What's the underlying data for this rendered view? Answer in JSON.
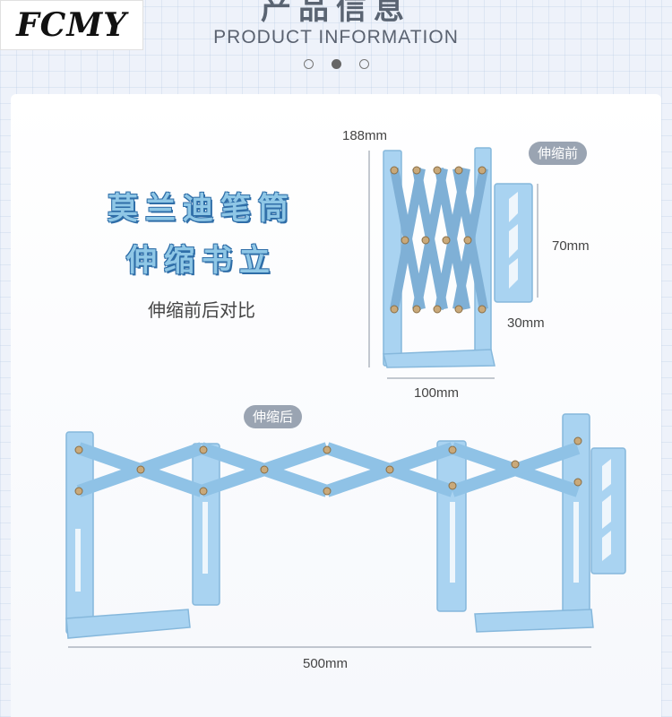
{
  "brand": {
    "logo_text": "FCMY"
  },
  "header": {
    "cn_title": "产品信息",
    "en_title": "PRODUCT INFORMATION",
    "pager": {
      "count": 3,
      "active": 2
    }
  },
  "headline": {
    "line1": "莫兰迪笔筒",
    "line2": "伸缩书立",
    "subline": "伸缩前后对比"
  },
  "before": {
    "tag": "伸缩前",
    "height": "188mm",
    "holder_height": "70mm",
    "depth": "30mm",
    "width": "100mm"
  },
  "after": {
    "tag": "伸缩后",
    "width": "500mm"
  },
  "colors": {
    "product": "#a9d3f1",
    "product_edge": "#86b8dc",
    "rivet": "#c9a97a"
  }
}
